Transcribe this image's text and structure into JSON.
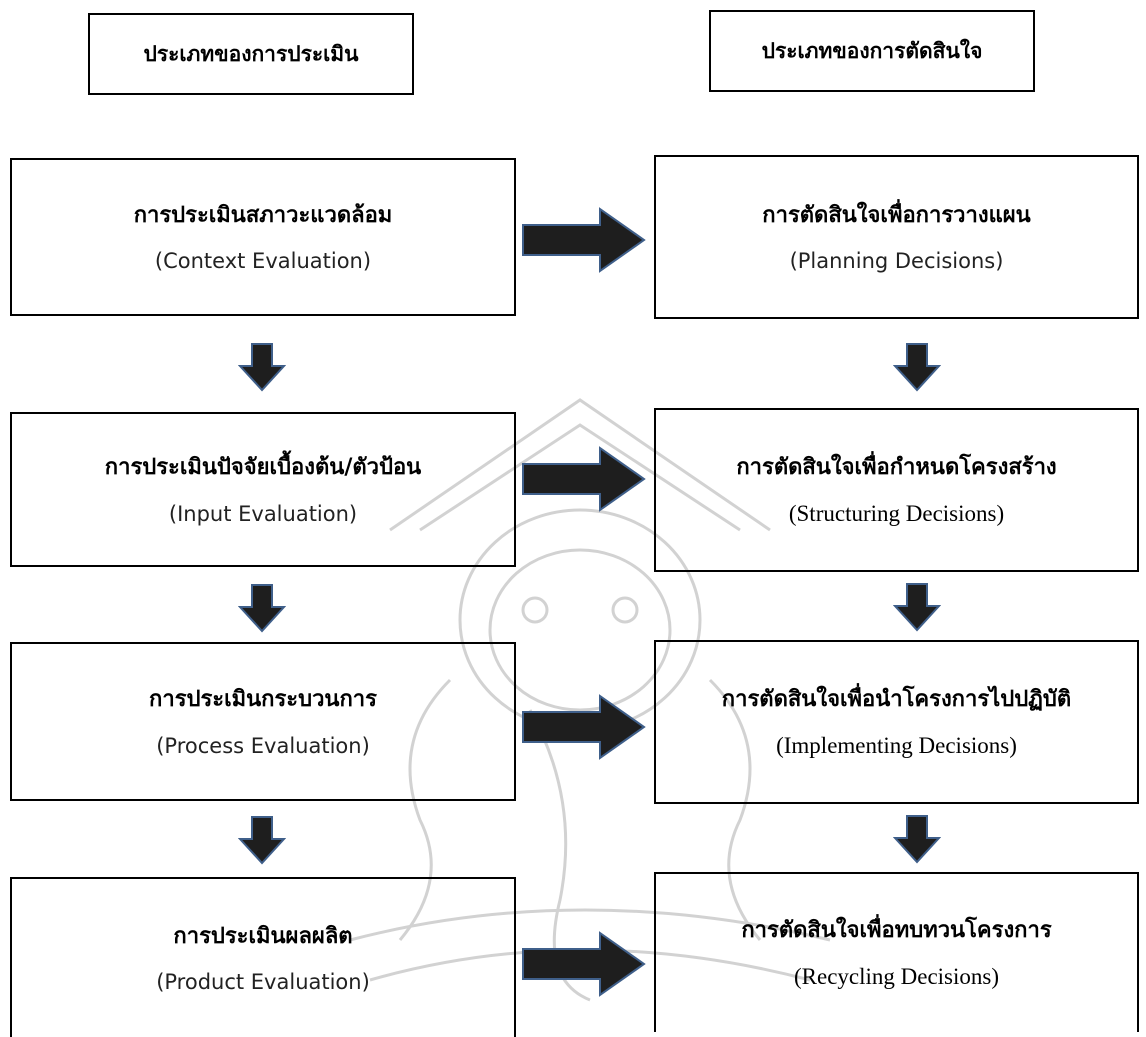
{
  "headers": {
    "left": "ประเภทของการประเมิน",
    "right": "ประเภทของการตัดสินใจ"
  },
  "evaluation": [
    {
      "thai": "การประเมินสภาวะแวดล้อม",
      "english": "(Context Evaluation)"
    },
    {
      "thai": "การประเมินปัจจัยเบื้องต้น/ตัวป้อน",
      "english": "(Input Evaluation)"
    },
    {
      "thai": "การประเมินกระบวนการ",
      "english": "(Process Evaluation)"
    },
    {
      "thai": "การประเมินผลผลิต",
      "english": "(Product  Evaluation)"
    }
  ],
  "decisions": [
    {
      "thai": "การตัดสินใจเพื่อการวางแผน",
      "english": "(Planning Decisions)"
    },
    {
      "thai": "การตัดสินใจเพื่อกำหนดโครงสร้าง",
      "english": "(Structuring Decisions)"
    },
    {
      "thai": "การตัดสินใจเพื่อนำโครงการไปปฏิบัติ",
      "english": "(Implementing Decisions)"
    },
    {
      "thai": "การตัดสินใจเพื่อทบทวนโครงการ",
      "english": "(Recycling Decisions)"
    }
  ],
  "colors": {
    "arrow_fill": "#1e1e1e",
    "arrow_outline": "#3f5f8a",
    "watermark": "#cfcfcf"
  }
}
